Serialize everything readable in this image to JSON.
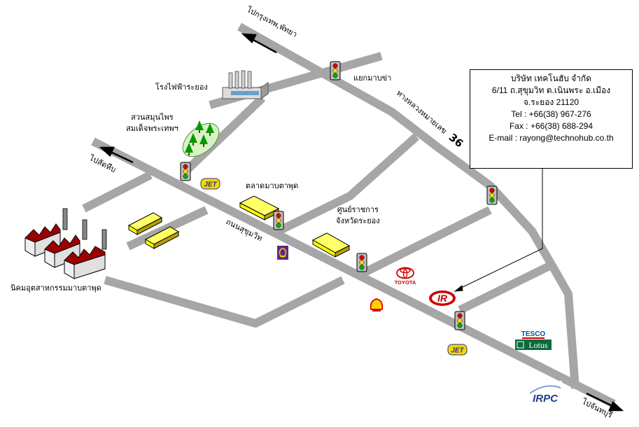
{
  "labels": {
    "to_bangkok": "ไปกรุงเทพ,พัทยา",
    "junction": "แยกมาบข่า",
    "power_plant": "โรงไฟฟ้าระยอง",
    "herb_garden_1": "สวนสมุนไพร",
    "herb_garden_2": "สมเด็จพระเทพฯ",
    "to_sattahip": "ไปสัตหีบ",
    "market": "ตลาดมาบตาพุด",
    "sukhumvit_road": "ถนนสุขุมวิท",
    "gov_center_1": "ศูนย์ราชการ",
    "gov_center_2": "จังหวัดระยอง",
    "industrial_estate": "นิคมอุตสาหกรรมมาบตาพุด",
    "highway": "ทางหลวงหมายเลข",
    "highway_number": "36",
    "to_chanthaburi": "ไปจันทบุรี"
  },
  "company": {
    "name": "บริษัท เทคโนฮับ จำกัด",
    "address": "6/11 ถ.สุขุมวิท ต.เนินพระ อ.เมือง",
    "province": "จ.ระยอง 21120",
    "tel": "Tel : +66(38) 967-276",
    "fax": "Fax : +66(38) 688-294",
    "email": "E-mail : rayong@technohub.co.th"
  },
  "logos": {
    "jet": "JET",
    "toyota": "TOYOTA",
    "ir": "IR",
    "tesco": "TESCO",
    "lotus": "Lotus",
    "irpc": "IRPC"
  },
  "colors": {
    "road": "#a6a6a6",
    "building": "#ffff00",
    "factory": "#8b0000",
    "tree": "#00a000",
    "garden": "#d9f2c4"
  }
}
